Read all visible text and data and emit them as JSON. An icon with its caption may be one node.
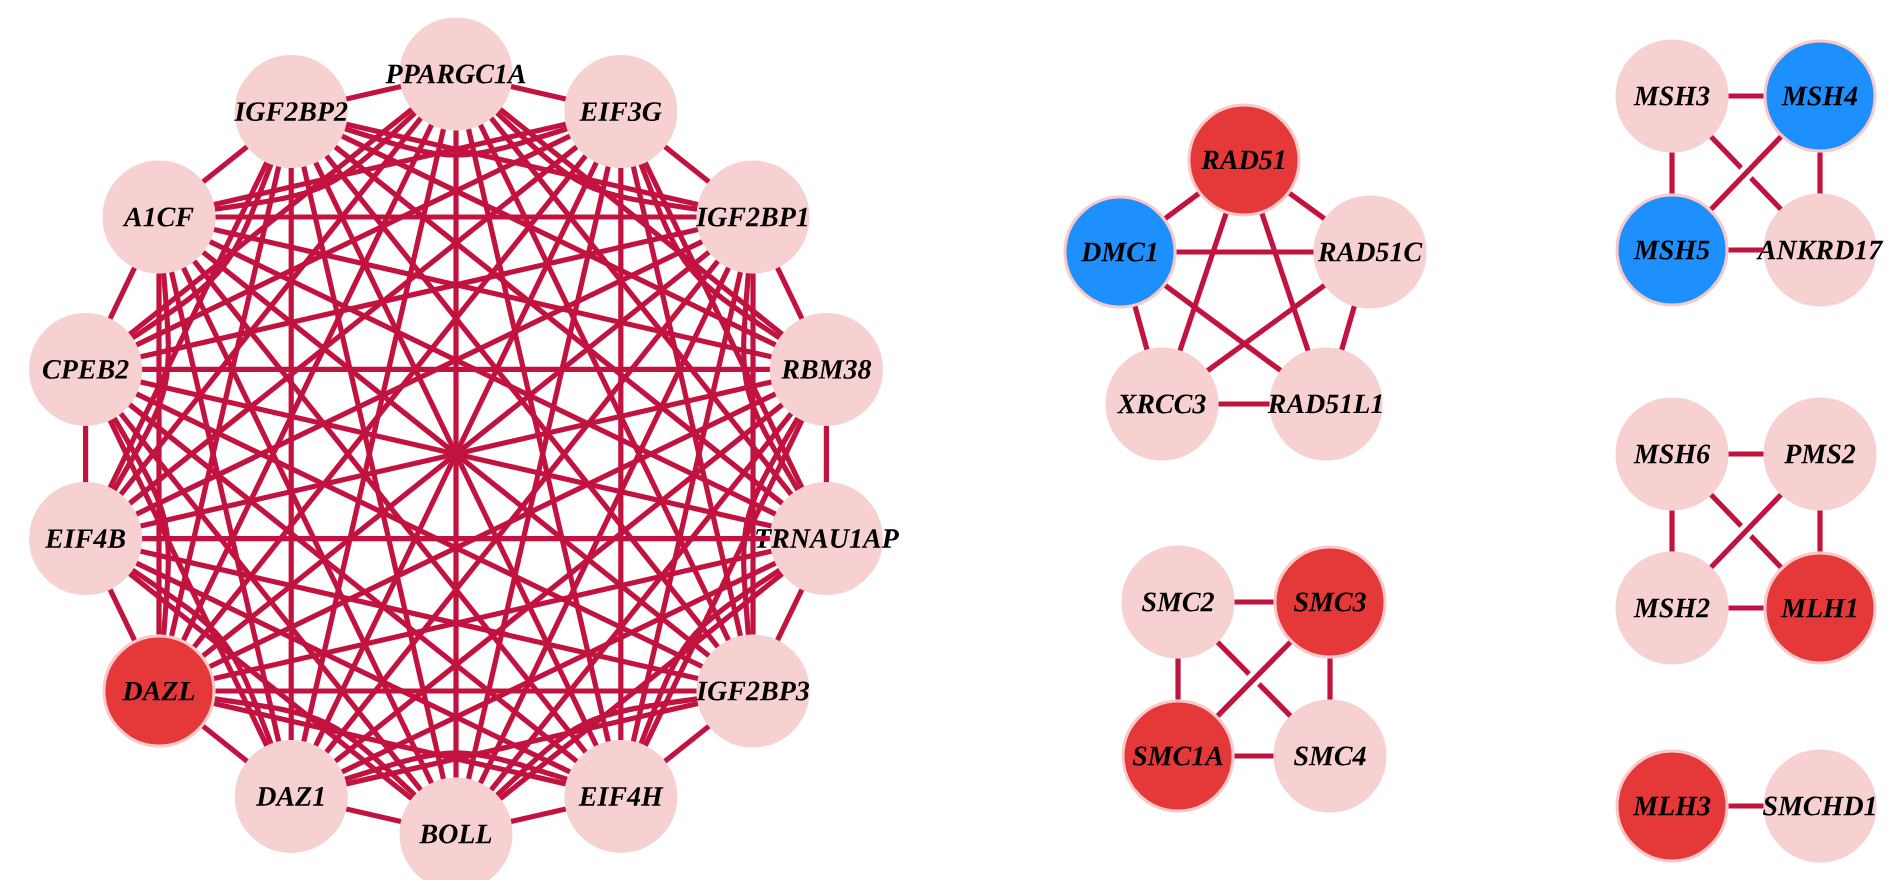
{
  "diagram": {
    "nodes": [
      {
        "text": [
          "PPARGC1A"
        ]
      },
      {
        "text": [
          "EIF3G"
        ]
      },
      {
        "text": [
          "IGF2BP1"
        ]
      },
      {
        "text": [
          "RBM38"
        ]
      },
      {
        "text": [
          "TRNAU1AP"
        ]
      },
      {
        "text": [
          "IGF2BP3"
        ]
      },
      {
        "text": [
          "EIF4H"
        ]
      },
      {
        "text": [
          "BOLL"
        ]
      },
      {
        "text": [
          "DAZ1"
        ]
      },
      {
        "text": [
          "DAZL"
        ]
      },
      {
        "text": [
          "EIF4B"
        ]
      },
      {
        "text": [
          "CPEB2"
        ]
      },
      {
        "text": [
          "A1CF"
        ]
      },
      {
        "text": [
          "IGF2BP2"
        ]
      },
      {
        "text": [
          "RAD51"
        ]
      },
      {
        "text": [
          "DMC1"
        ]
      },
      {
        "text": [
          "RAD51C"
        ]
      },
      {
        "text": [
          "XRCC3"
        ]
      },
      {
        "text": [
          "RAD51L1"
        ]
      },
      {
        "text": [
          "SMC2"
        ]
      },
      {
        "text": [
          "SMC3"
        ]
      },
      {
        "text": [
          "SMC1A"
        ]
      },
      {
        "text": [
          "SMC4"
        ]
      },
      {
        "text": [
          "MSH3"
        ]
      },
      {
        "text": [
          "MSH4"
        ]
      },
      {
        "text": [
          "MSH5"
        ]
      },
      {
        "text": [
          "ANKRD17"
        ]
      },
      {
        "text": [
          "MSH6"
        ]
      },
      {
        "text": [
          "PMS2"
        ]
      },
      {
        "text": [
          "MSH2"
        ]
      },
      {
        "text": [
          "MLH1"
        ]
      },
      {
        "text": [
          "MLH3"
        ]
      },
      {
        "text": [
          "SMCHD1"
        ]
      }
    ],
    "edges": [
      {
        "from": 0,
        "to": 1,
        "arrow": "none"
      },
      {
        "from": 0,
        "to": 2,
        "arrow": "none"
      },
      {
        "from": 0,
        "to": 3,
        "arrow": "none"
      },
      {
        "from": 0,
        "to": 4,
        "arrow": "none"
      },
      {
        "from": 0,
        "to": 5,
        "arrow": "none"
      },
      {
        "from": 0,
        "to": 6,
        "arrow": "none"
      },
      {
        "from": 0,
        "to": 7,
        "arrow": "none"
      },
      {
        "from": 0,
        "to": 8,
        "arrow": "none"
      },
      {
        "from": 0,
        "to": 9,
        "arrow": "none"
      },
      {
        "from": 0,
        "to": 10,
        "arrow": "none"
      },
      {
        "from": 0,
        "to": 11,
        "arrow": "none"
      },
      {
        "from": 0,
        "to": 12,
        "arrow": "none"
      },
      {
        "from": 0,
        "to": 13,
        "arrow": "none"
      },
      {
        "from": 1,
        "to": 2,
        "arrow": "none"
      },
      {
        "from": 1,
        "to": 3,
        "arrow": "none"
      },
      {
        "from": 1,
        "to": 4,
        "arrow": "none"
      },
      {
        "from": 1,
        "to": 5,
        "arrow": "none"
      },
      {
        "from": 1,
        "to": 6,
        "arrow": "none"
      },
      {
        "from": 1,
        "to": 7,
        "arrow": "none"
      },
      {
        "from": 1,
        "to": 8,
        "arrow": "none"
      },
      {
        "from": 1,
        "to": 9,
        "arrow": "none"
      },
      {
        "from": 1,
        "to": 10,
        "arrow": "none"
      },
      {
        "from": 1,
        "to": 11,
        "arrow": "none"
      },
      {
        "from": 1,
        "to": 12,
        "arrow": "none"
      },
      {
        "from": 1,
        "to": 13,
        "arrow": "none"
      },
      {
        "from": 2,
        "to": 3,
        "arrow": "none"
      },
      {
        "from": 2,
        "to": 4,
        "arrow": "none"
      },
      {
        "from": 2,
        "to": 5,
        "arrow": "none"
      },
      {
        "from": 2,
        "to": 6,
        "arrow": "none"
      },
      {
        "from": 2,
        "to": 7,
        "arrow": "none"
      },
      {
        "from": 2,
        "to": 8,
        "arrow": "none"
      },
      {
        "from": 2,
        "to": 9,
        "arrow": "none"
      },
      {
        "from": 2,
        "to": 10,
        "arrow": "none"
      },
      {
        "from": 2,
        "to": 11,
        "arrow": "none"
      },
      {
        "from": 2,
        "to": 12,
        "arrow": "none"
      },
      {
        "from": 2,
        "to": 13,
        "arrow": "none"
      },
      {
        "from": 3,
        "to": 4,
        "arrow": "none"
      },
      {
        "from": 3,
        "to": 5,
        "arrow": "none"
      },
      {
        "from": 3,
        "to": 6,
        "arrow": "none"
      },
      {
        "from": 3,
        "to": 7,
        "arrow": "none"
      },
      {
        "from": 3,
        "to": 8,
        "arrow": "none"
      },
      {
        "from": 3,
        "to": 9,
        "arrow": "none"
      },
      {
        "from": 3,
        "to": 10,
        "arrow": "none"
      },
      {
        "from": 3,
        "to": 11,
        "arrow": "none"
      },
      {
        "from": 3,
        "to": 12,
        "arrow": "none"
      },
      {
        "from": 3,
        "to": 13,
        "arrow": "none"
      },
      {
        "from": 4,
        "to": 5,
        "arrow": "none"
      },
      {
        "from": 4,
        "to": 6,
        "arrow": "none"
      },
      {
        "from": 4,
        "to": 7,
        "arrow": "none"
      },
      {
        "from": 4,
        "to": 8,
        "arrow": "none"
      },
      {
        "from": 4,
        "to": 9,
        "arrow": "none"
      },
      {
        "from": 4,
        "to": 10,
        "arrow": "none"
      },
      {
        "from": 4,
        "to": 11,
        "arrow": "none"
      },
      {
        "from": 4,
        "to": 12,
        "arrow": "none"
      },
      {
        "from": 4,
        "to": 13,
        "arrow": "none"
      },
      {
        "from": 5,
        "to": 6,
        "arrow": "none"
      },
      {
        "from": 5,
        "to": 7,
        "arrow": "none"
      },
      {
        "from": 5,
        "to": 8,
        "arrow": "none"
      },
      {
        "from": 5,
        "to": 9,
        "arrow": "none"
      },
      {
        "from": 5,
        "to": 10,
        "arrow": "none"
      },
      {
        "from": 5,
        "to": 11,
        "arrow": "none"
      },
      {
        "from": 5,
        "to": 12,
        "arrow": "none"
      },
      {
        "from": 5,
        "to": 13,
        "arrow": "none"
      },
      {
        "from": 6,
        "to": 7,
        "arrow": "none"
      },
      {
        "from": 6,
        "to": 8,
        "arrow": "none"
      },
      {
        "from": 6,
        "to": 9,
        "arrow": "none"
      },
      {
        "from": 6,
        "to": 10,
        "arrow": "none"
      },
      {
        "from": 6,
        "to": 11,
        "arrow": "none"
      },
      {
        "from": 6,
        "to": 12,
        "arrow": "none"
      },
      {
        "from": 6,
        "to": 13,
        "arrow": "none"
      },
      {
        "from": 7,
        "to": 8,
        "arrow": "none"
      },
      {
        "from": 7,
        "to": 9,
        "arrow": "none"
      },
      {
        "from": 7,
        "to": 10,
        "arrow": "none"
      },
      {
        "from": 7,
        "to": 11,
        "arrow": "none"
      },
      {
        "from": 7,
        "to": 12,
        "arrow": "none"
      },
      {
        "from": 7,
        "to": 13,
        "arrow": "none"
      },
      {
        "from": 8,
        "to": 9,
        "arrow": "none"
      },
      {
        "from": 8,
        "to": 10,
        "arrow": "none"
      },
      {
        "from": 8,
        "to": 11,
        "arrow": "none"
      },
      {
        "from": 8,
        "to": 12,
        "arrow": "none"
      },
      {
        "from": 8,
        "to": 13,
        "arrow": "none"
      },
      {
        "from": 9,
        "to": 10,
        "arrow": "none"
      },
      {
        "from": 9,
        "to": 11,
        "arrow": "none"
      },
      {
        "from": 9,
        "to": 12,
        "arrow": "none"
      },
      {
        "from": 9,
        "to": 13,
        "arrow": "none"
      },
      {
        "from": 10,
        "to": 11,
        "arrow": "none"
      },
      {
        "from": 10,
        "to": 12,
        "arrow": "none"
      },
      {
        "from": 10,
        "to": 13,
        "arrow": "none"
      },
      {
        "from": 11,
        "to": 12,
        "arrow": "none"
      },
      {
        "from": 11,
        "to": 13,
        "arrow": "none"
      },
      {
        "from": 12,
        "to": 13,
        "arrow": "none"
      },
      {
        "from": 14,
        "to": 15,
        "arrow": "none"
      },
      {
        "from": 14,
        "to": 16,
        "arrow": "none"
      },
      {
        "from": 14,
        "to": 17,
        "arrow": "none"
      },
      {
        "from": 14,
        "to": 18,
        "arrow": "none"
      },
      {
        "from": 15,
        "to": 16,
        "arrow": "none"
      },
      {
        "from": 15,
        "to": 17,
        "arrow": "none"
      },
      {
        "from": 15,
        "to": 18,
        "arrow": "none"
      },
      {
        "from": 16,
        "to": 17,
        "arrow": "none"
      },
      {
        "from": 16,
        "to": 18,
        "arrow": "none"
      },
      {
        "from": 17,
        "to": 18,
        "arrow": "none"
      },
      {
        "from": 19,
        "to": 20,
        "arrow": "none"
      },
      {
        "from": 19,
        "to": 21,
        "arrow": "none"
      },
      {
        "from": 19,
        "to": 22,
        "arrow": "none"
      },
      {
        "from": 20,
        "to": 21,
        "arrow": "none"
      },
      {
        "from": 20,
        "to": 22,
        "arrow": "none"
      },
      {
        "from": 21,
        "to": 22,
        "arrow": "none"
      },
      {
        "from": 23,
        "to": 24,
        "arrow": "none"
      },
      {
        "from": 23,
        "to": 25,
        "arrow": "none"
      },
      {
        "from": 23,
        "to": 26,
        "arrow": "none"
      },
      {
        "from": 24,
        "to": 25,
        "arrow": "none"
      },
      {
        "from": 24,
        "to": 26,
        "arrow": "none"
      },
      {
        "from": 25,
        "to": 26,
        "arrow": "none"
      },
      {
        "from": 27,
        "to": 28,
        "arrow": "none"
      },
      {
        "from": 27,
        "to": 29,
        "arrow": "none"
      },
      {
        "from": 27,
        "to": 30,
        "arrow": "none"
      },
      {
        "from": 28,
        "to": 29,
        "arrow": "none"
      },
      {
        "from": 28,
        "to": 30,
        "arrow": "none"
      },
      {
        "from": 29,
        "to": 30,
        "arrow": "none"
      },
      {
        "from": 31,
        "to": 32,
        "arrow": "none"
      }
    ]
  }
}
